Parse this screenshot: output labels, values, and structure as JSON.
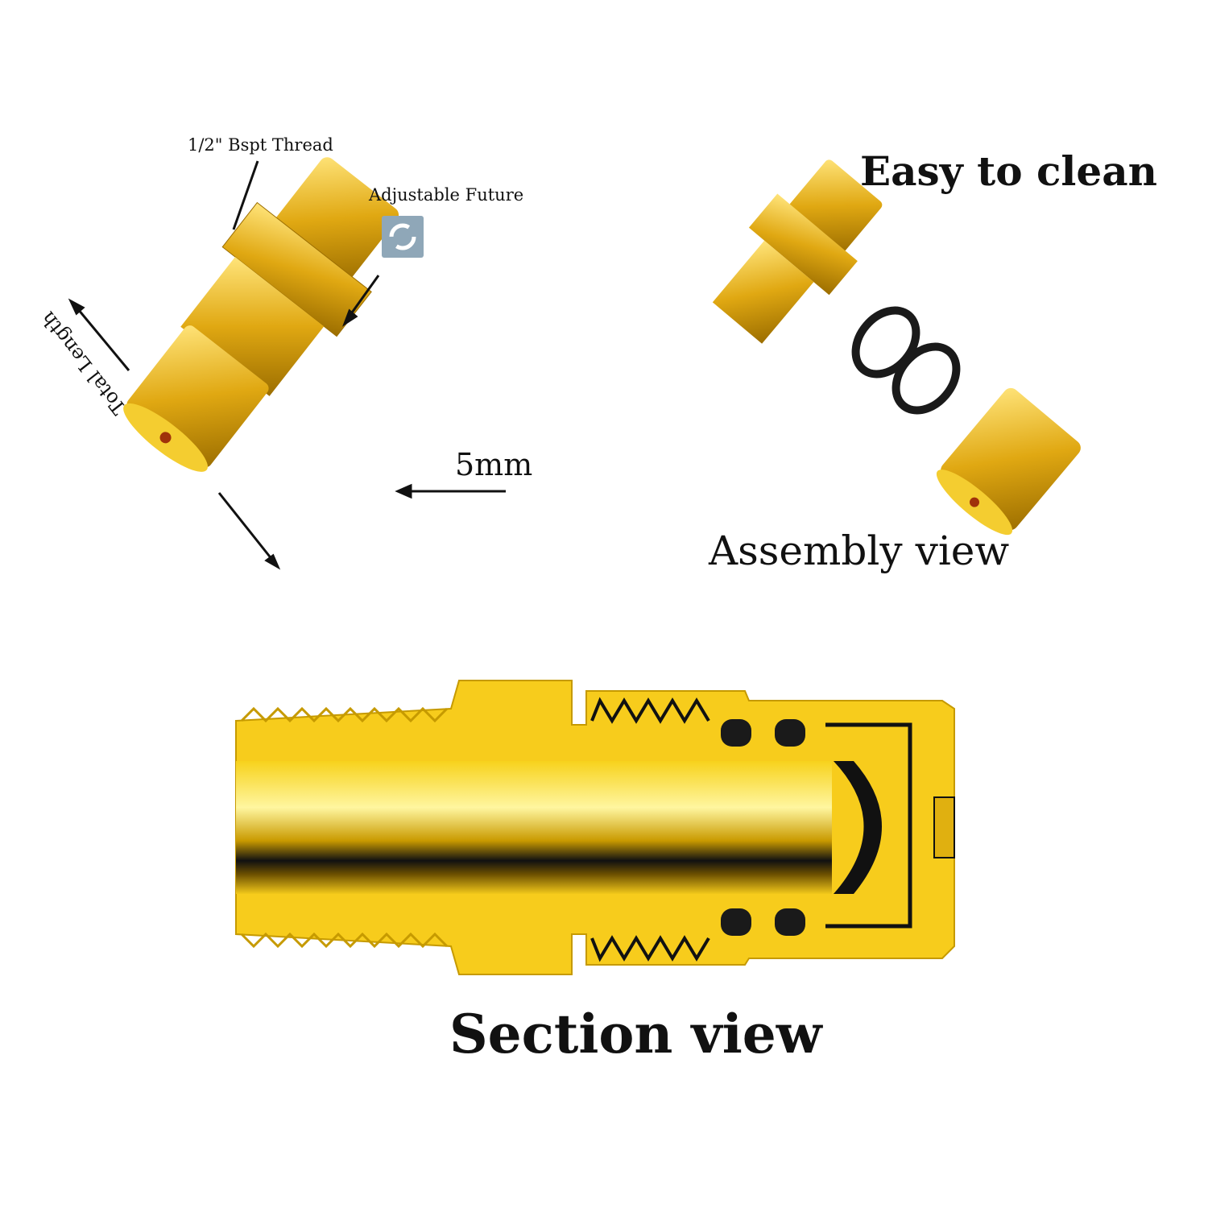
{
  "labels": {
    "thread": "1/2\" Bspt Thread",
    "adjustable": "Adjustable Future",
    "hole": "5mm",
    "total_length": "Total Length",
    "easy_clean": "Easy to clean",
    "assembly": "Assembly view",
    "section": "Section view"
  },
  "colors": {
    "brass": "#f2c21a",
    "brass_dark": "#b88a00",
    "brass_light": "#ffe66a",
    "oring": "#1a1a1a"
  },
  "icons": [
    "refresh-icon"
  ]
}
